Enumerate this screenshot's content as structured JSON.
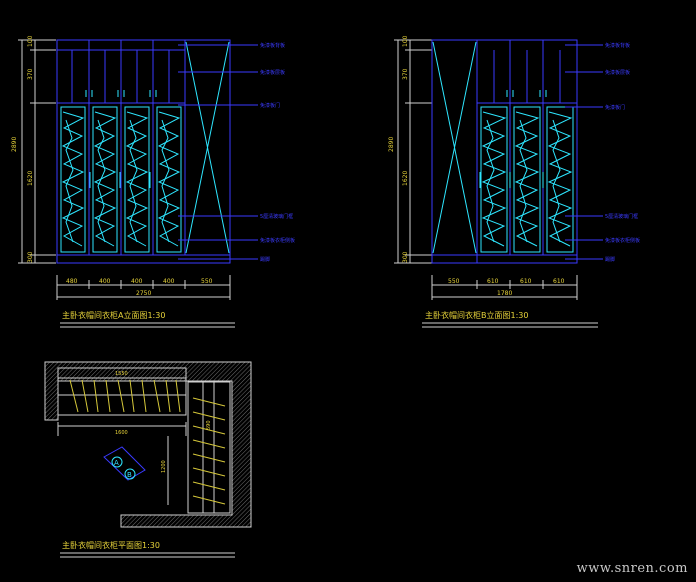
{
  "elevation_a": {
    "title": "主卧衣帽间衣柜A立面图1:30",
    "overall_height": "2890",
    "heights": [
      "100",
      "370",
      "1620",
      "300"
    ],
    "widths": [
      "480",
      "400",
      "400",
      "400",
      "550"
    ],
    "total_width": "2750",
    "callouts": [
      "免漆板背板",
      "免漆板层板",
      "免漆板门",
      "5厘清玻璃门框",
      "免漆板衣柜侧板",
      "踢脚"
    ]
  },
  "elevation_b": {
    "title": "主卧衣帽间衣柜B立面图1:30",
    "overall_height": "2890",
    "heights": [
      "100",
      "370",
      "1620",
      "300"
    ],
    "widths": [
      "550",
      "610",
      "610",
      "610"
    ],
    "total_width": "1780",
    "callouts": [
      "免漆板背板",
      "免漆板层板",
      "免漆板门",
      "5厘清玻璃门框",
      "免漆板衣柜侧板",
      "踢脚"
    ]
  },
  "plan": {
    "title": "主卧衣帽间衣柜平面图1:30",
    "dims": [
      "1550",
      "1600",
      "1200",
      "590"
    ],
    "markers": [
      "A",
      "B"
    ]
  },
  "watermark": "www.snren.com"
}
